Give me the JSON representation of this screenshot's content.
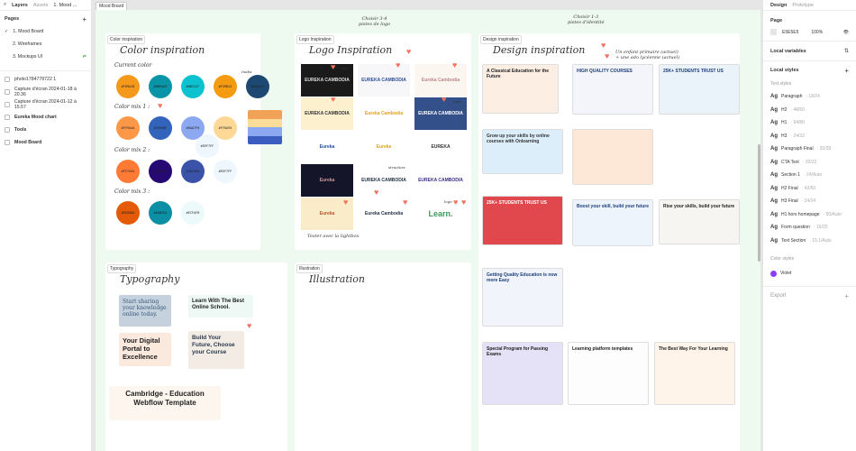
{
  "left": {
    "tabs": [
      "Layers",
      "Assets",
      "1. Mood ..."
    ],
    "pages_label": "Pages",
    "pages": [
      {
        "label": "1. Mood Board",
        "active": true
      },
      {
        "label": "2. Wireframes"
      },
      {
        "label": "3. Mockups UI",
        "link": "⇄"
      }
    ],
    "layers": [
      "photo1784778722 1",
      "Capture d'écran 2024-01-18 à 20.36",
      "Capture d'écran 2024-01-12 à 15.57",
      "Eureka Mood chart",
      "Tools",
      "Mood Board"
    ]
  },
  "right": {
    "tabs": [
      "Design",
      "Prototype"
    ],
    "page_label": "Page",
    "page_color": "E5E5E5",
    "page_opacity": "100%",
    "local_variables": "Local variables",
    "local_styles": "Local styles",
    "text_styles_label": "Text styles",
    "text_styles": [
      {
        "name": "Paragraph",
        "meta": "· 18/24"
      },
      {
        "name": "H2",
        "meta": "· 48/50"
      },
      {
        "name": "H1",
        "meta": "· 64/80"
      },
      {
        "name": "H3",
        "meta": "· 24/32"
      },
      {
        "name": "Paragraph Final",
        "meta": "· 20/28"
      },
      {
        "name": "CTA Text",
        "meta": "· 20/22"
      },
      {
        "name": "Section 1",
        "meta": "· 24/Auto"
      },
      {
        "name": "H2 Final",
        "meta": "· 42/50"
      },
      {
        "name": "H3 Final",
        "meta": "· 24/24"
      },
      {
        "name": "H1 hors homepage",
        "meta": "· 50/Auto"
      },
      {
        "name": "Form question",
        "meta": "· 16/20"
      },
      {
        "name": "Text Section",
        "meta": "· 15.1/Auto"
      }
    ],
    "color_styles_label": "Color styles",
    "color_style": {
      "name": "Violet",
      "color": "#8b3cf7"
    },
    "export": "Export"
  },
  "canvas": {
    "board_label": "Mood Board",
    "color": {
      "tag": "Color inspiration",
      "title": "Color inspiration",
      "current": "Current color",
      "mix1": "Color mix 1 :",
      "mix2": "Color mix 2 :",
      "mix3": "Color mix 3 :",
      "note": "Inaba",
      "current_colors": [
        {
          "hex": "#F69A1B",
          "c": "#f5991c"
        },
        {
          "hex": "#0B94A9",
          "c": "#0a94a8"
        },
        {
          "hex": "#0BC2CF",
          "c": "#0cc2cf"
        },
        {
          "hex": "#F59B12",
          "c": "#f59b12"
        },
        {
          "hex": "#1B4A72",
          "c": "#1c4872"
        }
      ],
      "mix1_colors": [
        {
          "hex": "#FF9A4A",
          "c": "#fe9849"
        },
        {
          "hex": "#3264BC",
          "c": "#3364bc"
        },
        {
          "hex": "#8AA7F0",
          "c": "#8ba8f1"
        },
        {
          "hex": "#FFDA95",
          "c": "#fed896"
        }
      ],
      "mix1_extra": {
        "hex": "#EEF7FF",
        "c": "#eef6fe"
      },
      "mix2_colors": [
        {
          "hex": "#FF7A34",
          "c": "#ff7a34"
        },
        {
          "hex": "#2A0A74",
          "c": "#270974"
        },
        {
          "hex": "#3A53A8",
          "c": "#3a53a9"
        },
        {
          "hex": "#EEF7FF",
          "c": "#eef6fe"
        }
      ],
      "mix3_colors": [
        {
          "hex": "#E65A0A",
          "c": "#e45a09"
        },
        {
          "hex": "#0A8FA4",
          "c": "#0b8fa5"
        },
        {
          "hex": "#ECFAFB",
          "c": "#edfafb"
        }
      ]
    },
    "logo": {
      "tag": "Logo Inspiration",
      "title": "Logo Inspiration",
      "note": "Choisir 3-4\npistes de logo",
      "items": [
        "EUREKA CAMBODIA",
        "EUREKA CAMBODIA",
        "Eureka Cambodia",
        "EUREKA CAMBODIA",
        "Eureka Cambodia",
        "EUREKA CAMBODIA",
        "Eureka",
        "Eureka",
        "EUREKA",
        "Eureka",
        "EUREKA CAMBODIA",
        "EUREKA CAMBODIA",
        "Eureka",
        "Eureka Cambodia",
        "Learn."
      ],
      "tags": [
        "typo",
        "typo",
        "structure",
        "logo"
      ],
      "caption": "Tester avec la lightbox"
    },
    "design": {
      "tag": "Design inspiration",
      "title": "Design inspiration",
      "note": "Choisir 1-3\npistes d'identité",
      "note2": "Un enfant primaire (actuel)\n+ une ado lycéenne (actuel)",
      "headlines": [
        "A Classical Education for the Future",
        "HIGH QUALITY COURSES",
        "25K+ STUDENTS TRUST US",
        "Grow up your skills by online courses with Onlearning",
        "25K+ STUDENTS TRUST US",
        "Boost your skill, build your future",
        "Rise your skills, build your future",
        "Getting Quality Education is now more Easy",
        "Special Program for Passing Exams",
        "Learning platform templates",
        "The Best Way For Your Learning"
      ]
    },
    "typography": {
      "tag": "Typography",
      "title": "Typography",
      "samples": [
        "Start sharing your knowledge online today.",
        "Learn With The Best Online School.",
        "Your Digital Portal to Excellence",
        "Build Your Future, Choose your Course",
        "Cambridge - Education Webflow Template"
      ]
    },
    "illustration": {
      "tag": "Illustration",
      "title": "Illustration"
    }
  }
}
